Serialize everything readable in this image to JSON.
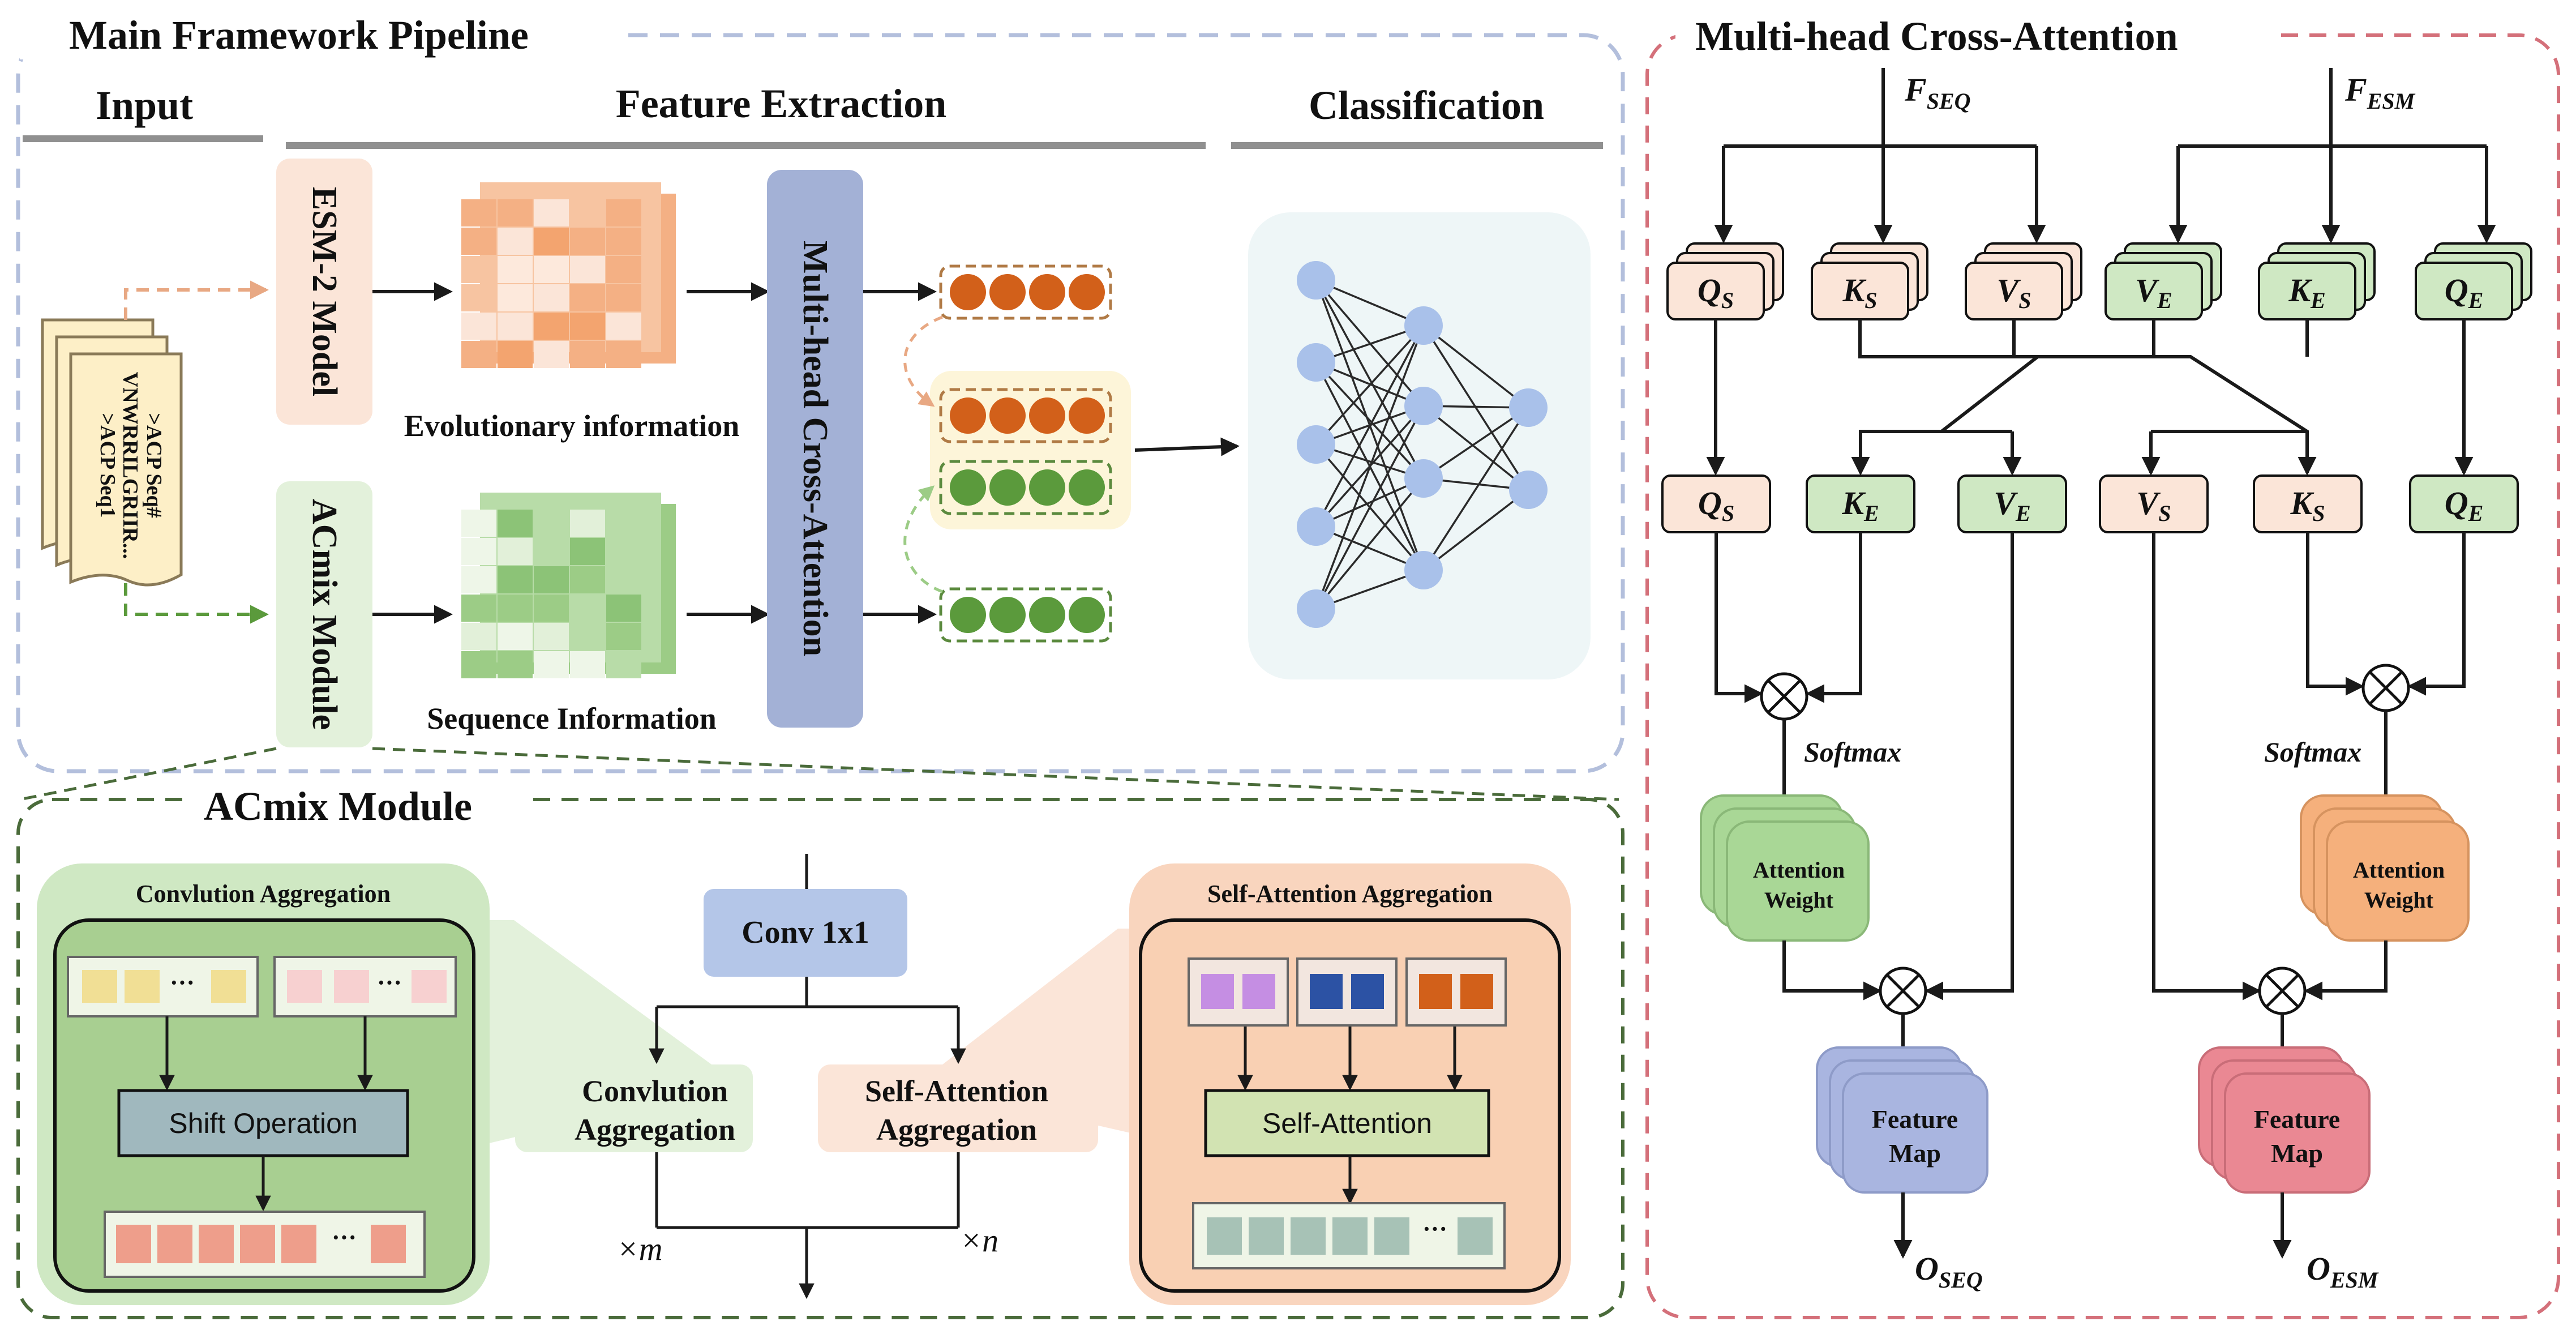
{
  "panels": {
    "main_title": "Main Framework Pipeline",
    "mhca_title": "Multi-head Cross-Attention",
    "acmix_title": "ACmix Module"
  },
  "sections": {
    "input": "Input",
    "feature_extraction": "Feature Extraction",
    "classification": "Classification"
  },
  "input_docs": {
    "line1": ">ACP Seq1",
    "line2": "VNWRRILGRIIR...",
    "line3": ">ACP Seq#"
  },
  "pipeline": {
    "esm_model": "ESM-2 Model",
    "acmix_module": "ACmix Module",
    "evolutionary_info": "Evolutionary information",
    "sequence_info": "Sequence Information",
    "mhca_block": "Multi-head Cross-Attention"
  },
  "acmix": {
    "conv_aggregation_title": "Convlution Aggregation",
    "self_attention_aggregation_title": "Self-Attention Aggregation",
    "shift_operation": "Shift Operation",
    "self_attention": "Self-Attention",
    "conv1x1": "Conv 1x1",
    "conv_agg_l1": "Convlution",
    "conv_agg_l2": "Aggregation",
    "sa_agg_l1": "Self-Attention",
    "sa_agg_l2": "Aggregation",
    "times": "×",
    "m": "m",
    "n": "n",
    "ellipsis": "···"
  },
  "mhca": {
    "F": "F",
    "SEQ": "SEQ",
    "ESM": "ESM",
    "O": "O",
    "Q": "Q",
    "K": "K",
    "V": "V",
    "S": "S",
    "E": "E",
    "softmax": "Softmax",
    "attention_l1": "Attention",
    "attention_l2": "Weight",
    "feature_l1": "Feature",
    "feature_l2": "Map"
  },
  "colors": {
    "esm_orange": "#d2601a",
    "seq_green": "#5b9a3c",
    "mhca_blue": "#a3b1d6",
    "node_blue": "#a9c1ea",
    "dash_blue": "#b3bfdc",
    "dash_red": "#d4707a",
    "dash_green": "#4a6b3a",
    "pink": "#fbe5d8",
    "green_box": "#cfe8c3",
    "attn_green": "#a9d796",
    "attn_orange": "#f5b07c",
    "fmap_blue": "#a9b5e0",
    "fmap_pink": "#ea8893"
  }
}
